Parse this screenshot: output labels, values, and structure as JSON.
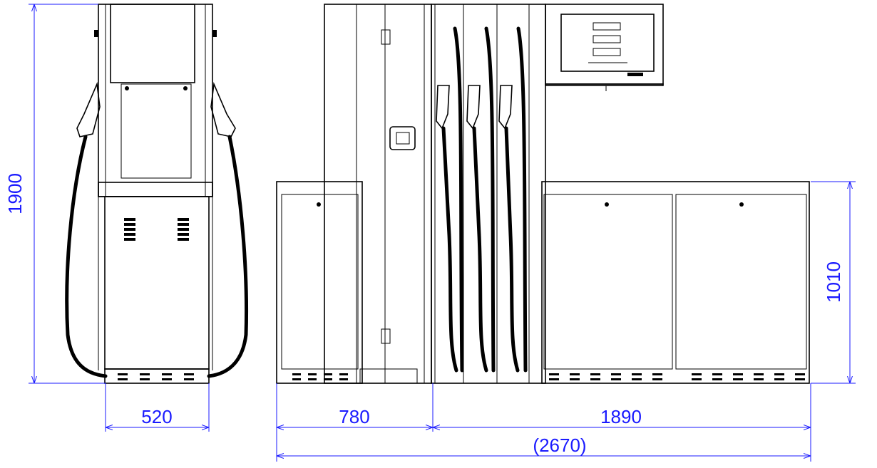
{
  "drawing": {
    "dimensions": {
      "height_total": "1900",
      "width_side": "520",
      "width_cabinet": "780",
      "width_dispenser": "1890",
      "width_total": "(2670)",
      "height_base": "1010"
    },
    "colors": {
      "dimension": "#1a1aff",
      "line": "#000000",
      "background": "#ffffff"
    }
  }
}
